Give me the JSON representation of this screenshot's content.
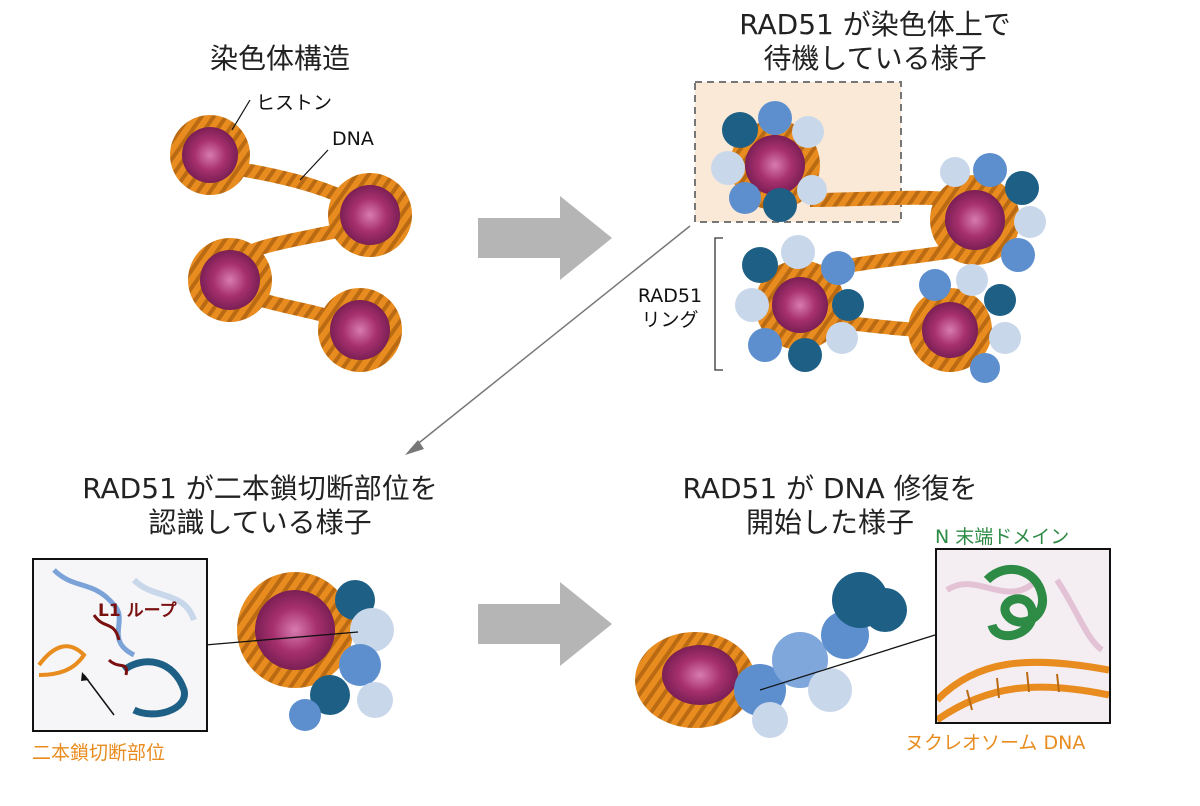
{
  "panels": {
    "tl_title": "染色体構造",
    "tr_title_line1": "RAD51 が染色体上で",
    "tr_title_line2": "待機している様子",
    "bl_title_line1": "RAD51 が二本鎖切断部位を",
    "bl_title_line2": "認識している様子",
    "br_title_line1": "RAD51 が DNA 修復を",
    "br_title_line2": "開始した様子"
  },
  "labels": {
    "histone": "ヒストン",
    "dna": "DNA",
    "rad51_ring_line1": "RAD51",
    "rad51_ring_line2": "リング",
    "l1_loop": "L1 ループ",
    "dsb_site": "二本鎖切断部位",
    "n_domain": "N 末端ドメイン",
    "nucleosome_dna": "ヌクレオソーム DNA"
  },
  "colors": {
    "dna_orange": "#e88c1f",
    "histone_pink": "#b8407e",
    "rad51_dark": "#1e5f86",
    "rad51_mid": "#5d8fcf",
    "rad51_light": "#c9d7ea",
    "arrow_gray": "#b5b5b5",
    "highlight_bg": "#fbe9d8",
    "green": "#2e8b46",
    "dark_red": "#7a1010"
  }
}
